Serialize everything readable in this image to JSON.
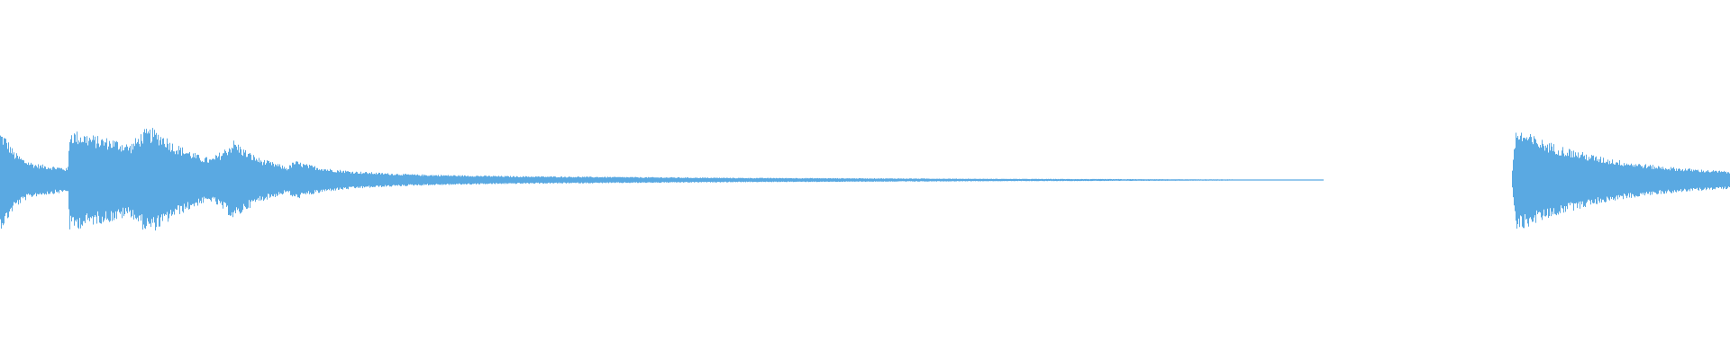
{
  "waveform": {
    "color": "#5aa9e2",
    "background": "#ffffff",
    "clips": [
      {
        "name": "clip-1",
        "start": 0.0,
        "end": 0.765,
        "envelope": [
          [
            0.0,
            0.95
          ],
          [
            0.003,
            0.85
          ],
          [
            0.008,
            0.55
          ],
          [
            0.014,
            0.4
          ],
          [
            0.02,
            0.32
          ],
          [
            0.028,
            0.28
          ],
          [
            0.036,
            0.25
          ],
          [
            0.039,
            0.22
          ],
          [
            0.04,
            0.98
          ],
          [
            0.048,
            0.92
          ],
          [
            0.056,
            0.85
          ],
          [
            0.066,
            0.8
          ],
          [
            0.075,
            0.7
          ],
          [
            0.083,
            0.98
          ],
          [
            0.088,
            1.0
          ],
          [
            0.095,
            0.88
          ],
          [
            0.1,
            0.72
          ],
          [
            0.108,
            0.6
          ],
          [
            0.115,
            0.48
          ],
          [
            0.122,
            0.42
          ],
          [
            0.13,
            0.62
          ],
          [
            0.135,
            0.78
          ],
          [
            0.142,
            0.58
          ],
          [
            0.15,
            0.42
          ],
          [
            0.16,
            0.32
          ],
          [
            0.166,
            0.25
          ],
          [
            0.17,
            0.38
          ],
          [
            0.178,
            0.3
          ],
          [
            0.19,
            0.22
          ],
          [
            0.205,
            0.17
          ],
          [
            0.22,
            0.14
          ],
          [
            0.24,
            0.11
          ],
          [
            0.27,
            0.09
          ],
          [
            0.3,
            0.075
          ],
          [
            0.34,
            0.065
          ],
          [
            0.38,
            0.055
          ],
          [
            0.42,
            0.045
          ],
          [
            0.47,
            0.038
          ],
          [
            0.52,
            0.032
          ],
          [
            0.56,
            0.026
          ],
          [
            0.6,
            0.022
          ],
          [
            0.65,
            0.018
          ],
          [
            0.7,
            0.013
          ],
          [
            0.74,
            0.008
          ],
          [
            0.765,
            0.004
          ]
        ]
      },
      {
        "name": "clip-2",
        "start": 0.874,
        "end": 1.0,
        "envelope": [
          [
            0.874,
            0.2
          ],
          [
            0.876,
            1.0
          ],
          [
            0.882,
            0.92
          ],
          [
            0.89,
            0.8
          ],
          [
            0.9,
            0.68
          ],
          [
            0.912,
            0.56
          ],
          [
            0.925,
            0.45
          ],
          [
            0.94,
            0.36
          ],
          [
            0.955,
            0.29
          ],
          [
            0.97,
            0.24
          ],
          [
            0.985,
            0.2
          ],
          [
            1.0,
            0.17
          ]
        ]
      }
    ]
  }
}
